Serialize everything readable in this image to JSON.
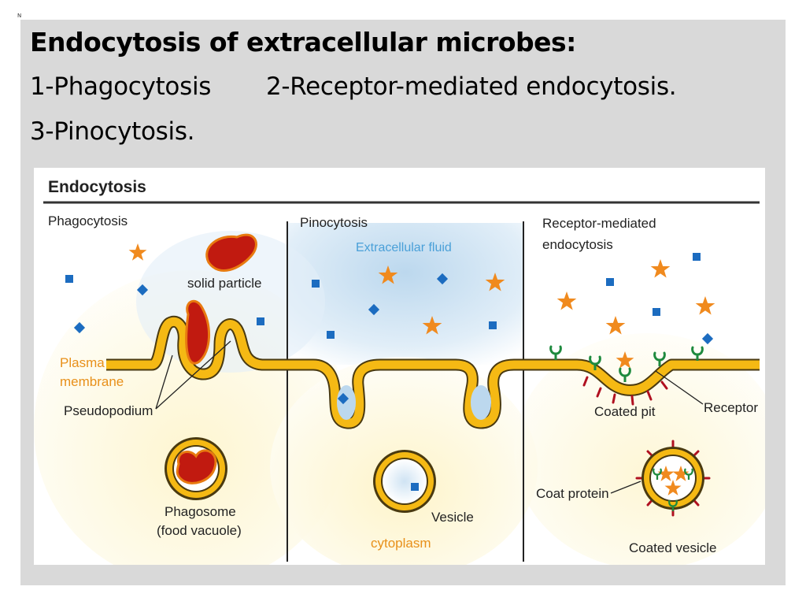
{
  "corner_mark": "N",
  "slide": {
    "heading": "Endocytosis of extracellular microbes:",
    "line1_a": "1-Phagocytosis",
    "line1_b": "2-Receptor-mediated endocytosis.",
    "line2": "3-Pinocytosis."
  },
  "figure": {
    "title": "Endocytosis",
    "panels": {
      "phagocytosis": {
        "title": "Phagocytosis",
        "solid_particle": "solid particle",
        "plasma_membrane_1": "Plasma",
        "plasma_membrane_2": "membrane",
        "pseudopodium": "Pseudopodium",
        "phagosome_1": "Phagosome",
        "phagosome_2": "(food vacuole)"
      },
      "pinocytosis": {
        "title": "Pinocytosis",
        "extracellular_fluid": "Extracellular fluid",
        "vesicle": "Vesicle",
        "cytoplasm": "cytoplasm"
      },
      "receptor": {
        "title_1": "Receptor-mediated",
        "title_2": "endocytosis",
        "coated_pit": "Coated pit",
        "receptor": "Receptor",
        "coat_protein": "Coat protein",
        "coated_vesicle": "Coated vesicle"
      }
    },
    "colors": {
      "membrane": "#f5b914",
      "membrane_outline": "#4a3a10",
      "particle": "#c11a10",
      "particle_outline": "#e87a10",
      "star": "#f08a1e",
      "molecule": "#1c6cc0",
      "receptor": "#1e8a3e",
      "coat": "#b01020",
      "fluid": "#c8dff0",
      "cytoplasm": "#fdf6cf"
    }
  }
}
